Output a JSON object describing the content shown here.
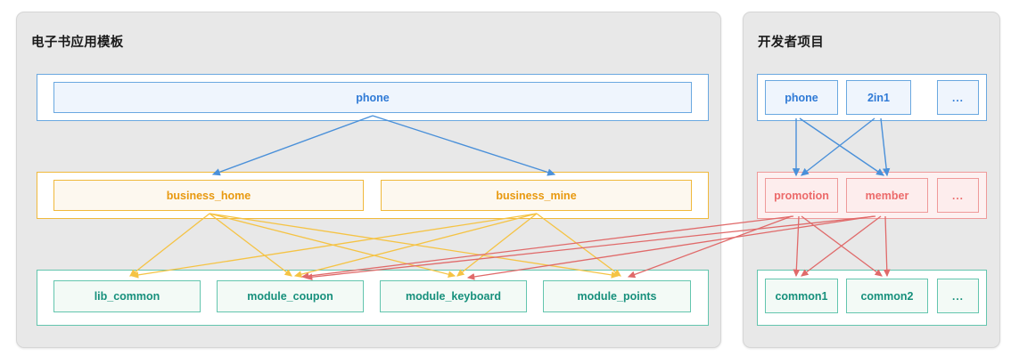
{
  "panels": {
    "left": {
      "title": "电子书应用模板"
    },
    "right": {
      "title": "开发者项目"
    }
  },
  "colors": {
    "blue": "#2f7ad6",
    "blue_border": "#6aa8e0",
    "yellow": "#e8990f",
    "yellow_border": "#f0b93c",
    "green": "#17907c",
    "green_border": "#63c5ae",
    "red": "#ec6a6a",
    "red_border": "#ef9a9a",
    "panel_bg": "#e8e8e8",
    "arrow_blue": "#4a90d9",
    "arrow_yellow": "#f5c344",
    "arrow_red": "#e06a6a"
  },
  "left_panel": {
    "app_layer": [
      {
        "label": "phone"
      }
    ],
    "business_layer": [
      {
        "label": "business_home"
      },
      {
        "label": "business_mine"
      }
    ],
    "module_layer": [
      {
        "label": "lib_common"
      },
      {
        "label": "module_coupon"
      },
      {
        "label": "module_keyboard"
      },
      {
        "label": "module_points"
      }
    ]
  },
  "right_panel": {
    "app_layer": [
      {
        "label": "phone"
      },
      {
        "label": "2in1"
      },
      {
        "label": "..."
      }
    ],
    "business_layer": [
      {
        "label": "promotion"
      },
      {
        "label": "member"
      },
      {
        "label": "..."
      }
    ],
    "module_layer": [
      {
        "label": "common1"
      },
      {
        "label": "common2"
      },
      {
        "label": "..."
      }
    ]
  }
}
